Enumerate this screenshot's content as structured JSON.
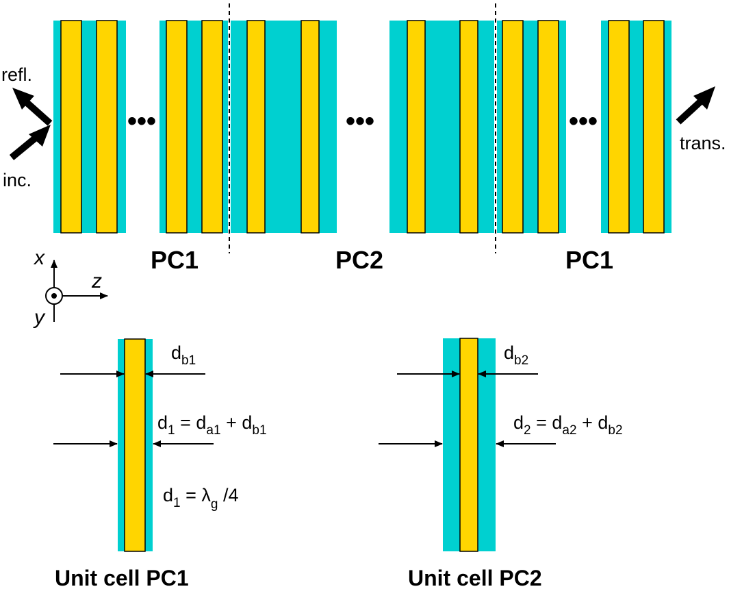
{
  "colors": {
    "layer_a": "#00D0D0",
    "layer_b": "#FFD500",
    "outline": "#000000"
  },
  "labels": {
    "refl": "refl.",
    "inc": "inc.",
    "trans": "trans.",
    "ellipsis": "•••",
    "pc1": "PC1",
    "pc2": "PC2",
    "unit_cell_pc1": "Unit cell PC1",
    "unit_cell_pc2": "Unit cell PC2"
  },
  "axes": {
    "x": "x",
    "y": "y",
    "z": "z"
  },
  "equations": {
    "db1": {
      "base": "d",
      "sub": "b1"
    },
    "db2": {
      "base": "d",
      "sub": "b2"
    },
    "d1_sum": {
      "lhs": "d",
      "lhs_sub": "1",
      "eq": " = ",
      "a": "d",
      "a_sub": "a1",
      "plus": " + ",
      "b": "d",
      "b_sub": "b1"
    },
    "d2_sum": {
      "lhs": "d",
      "lhs_sub": "2",
      "eq": " = ",
      "a": "d",
      "a_sub": "a2",
      "plus": " + ",
      "b": "d",
      "b_sub": "b2"
    },
    "d1_lambda": {
      "lhs": "d",
      "lhs_sub": "1",
      "eq": " = ",
      "lambda": "λ",
      "lambda_sub": "g",
      "tail": " /4"
    }
  }
}
